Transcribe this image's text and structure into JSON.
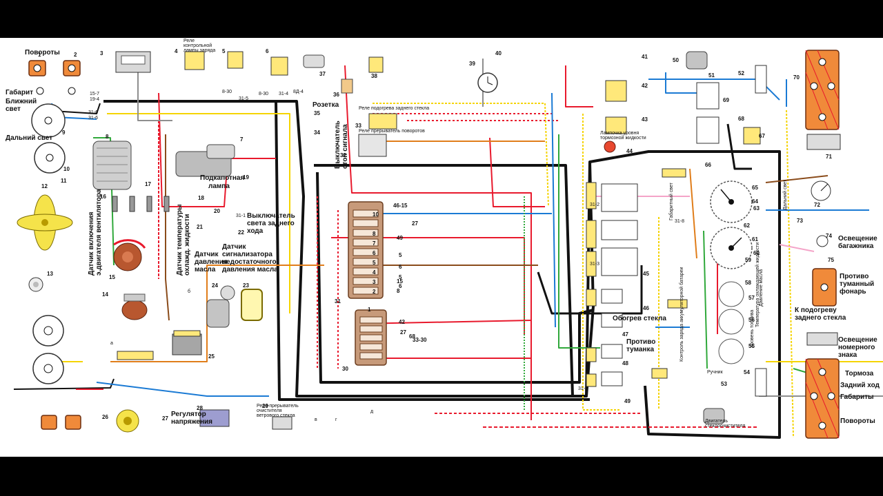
{
  "labels": {
    "povoroty_top": "Повороты",
    "gabarit": "Габарит",
    "blizhny_line1": "Ближний",
    "blizhny_line2": "свет",
    "dalny": "Дальний свет",
    "rele_lampy_line1": "Реле",
    "rele_lampy_line2": "контрольной",
    "rele_lampy_line3": "лампы заряда",
    "rozetka": "Розетка",
    "rele_obogreva": "Реле подогрева заднего стекла",
    "rele_preryvatel_povorotov": "Реле прерыватель поворотов",
    "vykl_stop_line1": "Выключатель",
    "vykl_stop_line2": "стоп сигнала",
    "lampochka_urovnya_line1": "Лампочка уровня",
    "lampochka_urovnya_line2": "тормозной жидкости",
    "podkapotnaya_line1": "Подкапотная",
    "podkapotnaya_line2": "лампа",
    "vykl_sveta_line1": "Выключатель",
    "vykl_sveta_line2": "света заднего",
    "vykl_sveta_line3": "хода",
    "datchik_vkl_line1": "Датчик включения",
    "datchik_vkl_line2": "э.двигателя вентилятора",
    "datchik_temp_line1": "Датчик температуры",
    "datchik_temp_line2": "охлажд. жидкости",
    "datchik_davl_line1": "Датчик",
    "datchik_davl_line2": "давления",
    "datchik_davl_line3": "масла",
    "datchik_signal_line1": "Датчик",
    "datchik_signal_line2": "сигнализатора",
    "datchik_signal_line3": "недостаточного",
    "datchik_signal_line4": "давления масла",
    "regulyator_line1": "Регулятор",
    "regulyator_line2": "напряжения",
    "rele_ochistitel_line1": "Реле-прерыватель",
    "rele_ochistitel_line2": "очистителя",
    "rele_ochistitel_line3": "ветрового стекла",
    "obogrev_stekla": "Обогрев стекла",
    "protivo_tumanka_line1": "Противо",
    "protivo_tumanka_line2": "туманка",
    "osveshchenie_bagazhnika_line1": "Освещение",
    "osveshchenie_bagazhnika_line2": "багажника",
    "protivotumanny_line1": "Противо",
    "protivotumanny_line2": "туманный",
    "protivotumanny_line3": "фонарь",
    "k_podogrevu_line1": "К подогреву",
    "k_podogrevu_line2": "заднего стекла",
    "osveshchenie_nomera_line1": "Освещение",
    "osveshchenie_nomera_line2": "номерного",
    "osveshchenie_nomera_line3": "знака",
    "tormoza": "Тормоза",
    "zadny_hod": "Задний ход",
    "gabarity": "Габариты",
    "povoroty_bottom": "Повороты",
    "ruchnik": "Ручник",
    "dvigatel_line1": "Двигатель",
    "dvigatel_line2": "стеклоочистителя",
    "dalny_svet_vert": "Дальний свет",
    "gabaritny_vert": "Габаритный свет",
    "kontrol_zaryada_vert": "Контроль заряда аккумуляторной батареи",
    "temperatura_vert": "Температура охлаждающей жидкости",
    "uroven_topliva_vert": "Уровень топлива",
    "davlenie_masla_vert": "Давление масла"
  },
  "component_numbers": [
    "1",
    "2",
    "3",
    "4",
    "5",
    "6",
    "7",
    "8",
    "9",
    "10",
    "11",
    "12",
    "13",
    "14",
    "15",
    "16",
    "17",
    "18",
    "19",
    "20",
    "21",
    "22",
    "23",
    "24",
    "25",
    "26",
    "27",
    "28",
    "29",
    "30",
    "31",
    "32",
    "33",
    "34",
    "35",
    "36",
    "37",
    "38",
    "39",
    "40",
    "41",
    "42",
    "43",
    "44",
    "45",
    "46",
    "47",
    "48",
    "49",
    "50",
    "51",
    "52",
    "53",
    "54",
    "55",
    "56",
    "57",
    "58",
    "59",
    "60",
    "61",
    "62",
    "63",
    "64",
    "65",
    "66",
    "67",
    "68",
    "69",
    "70",
    "71",
    "72",
    "73",
    "74",
    "75"
  ],
  "wire_codes": {
    "w1": "15-7",
    "w2": "19-4",
    "w3": "31-6",
    "w4": "31-6",
    "w5": "8-30",
    "w6": "31-5",
    "w7": "8-30",
    "w8": "31-4",
    "w9": "8Д-4",
    "w10": "46-15",
    "w11": "33-30",
    "w12": "31-1",
    "w13": "31-8",
    "w14": "31-2",
    "w15": "31-3",
    "w16": "31-8"
  },
  "fuse_numbers": [
    "10",
    "8",
    "7",
    "6",
    "5",
    "4",
    "3",
    "2",
    "1"
  ],
  "fuse_outputs": [
    "27",
    "49",
    "5",
    "6",
    "5",
    "6",
    "15",
    "8"
  ],
  "relay_outputs": [
    "42",
    "27",
    "68",
    "33-30"
  ],
  "connector_letters": [
    "а",
    "б",
    "в",
    "г",
    "д"
  ]
}
